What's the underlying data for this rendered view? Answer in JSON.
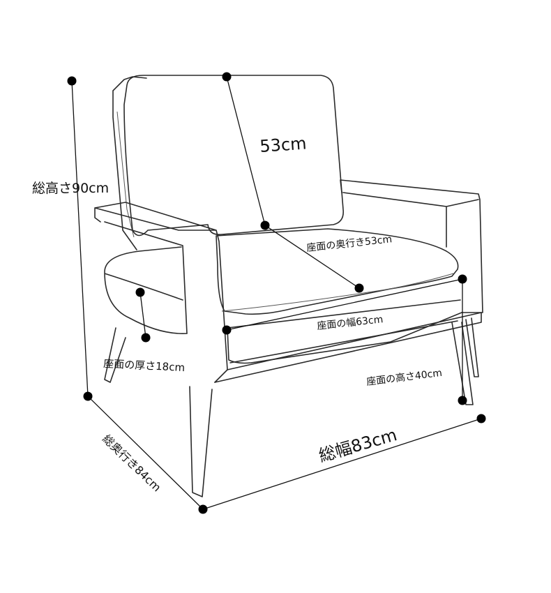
{
  "labels": {
    "total_height": "総高さ90cm",
    "back_height": "53cm",
    "seat_depth": "座面の奥行き53cm",
    "seat_width": "座面の幅63cm",
    "seat_thickness": "座面の厚さ18cm",
    "seat_height": "座面の高さ40cm",
    "total_depth": "総奥行き84cm",
    "total_width": "総幅83cm"
  }
}
